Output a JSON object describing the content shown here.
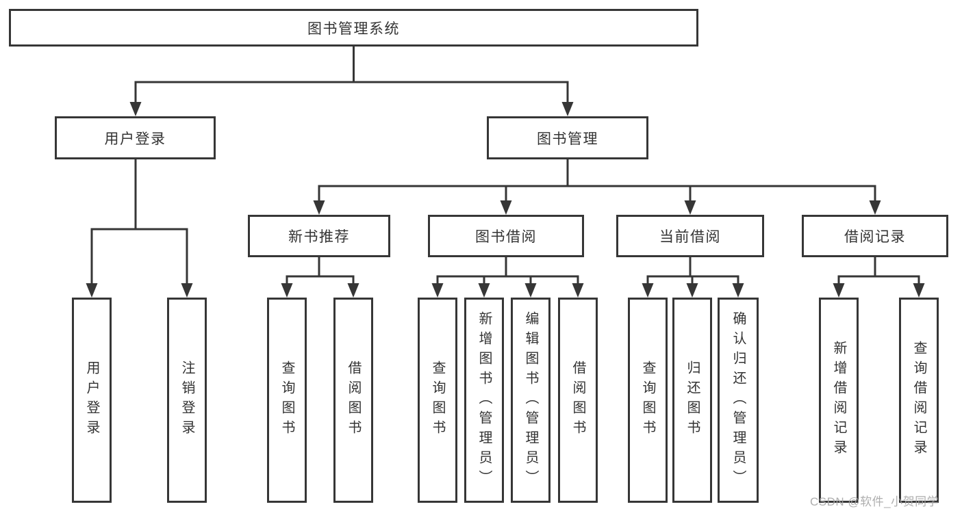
{
  "diagram": {
    "type": "tree",
    "root": {
      "label": "图书管理系统"
    },
    "branches": [
      {
        "label": "用户登录",
        "children": [
          {
            "label": "用户登录"
          },
          {
            "label": "注销登录"
          }
        ]
      },
      {
        "label": "图书管理",
        "children": [
          {
            "label": "新书推荐",
            "children": [
              {
                "label": "查询图书"
              },
              {
                "label": "借阅图书"
              }
            ]
          },
          {
            "label": "图书借阅",
            "children": [
              {
                "label": "查询图书"
              },
              {
                "label": "新增图书（管理员）"
              },
              {
                "label": "编辑图书（管理员）"
              },
              {
                "label": "借阅图书"
              }
            ]
          },
          {
            "label": "当前借阅",
            "children": [
              {
                "label": "查询图书"
              },
              {
                "label": "归还图书"
              },
              {
                "label": "确认归还（管理员）"
              }
            ]
          },
          {
            "label": "借阅记录",
            "children": [
              {
                "label": "新增借阅记录"
              },
              {
                "label": "查询借阅记录"
              }
            ]
          }
        ]
      }
    ]
  },
  "watermark": {
    "text": "CSDN @软件_小贺同学"
  },
  "colors": {
    "line": "#363636",
    "box_border": "#363636",
    "text": "#333333",
    "watermark": "#a5a5a5",
    "background": "#ffffff"
  }
}
